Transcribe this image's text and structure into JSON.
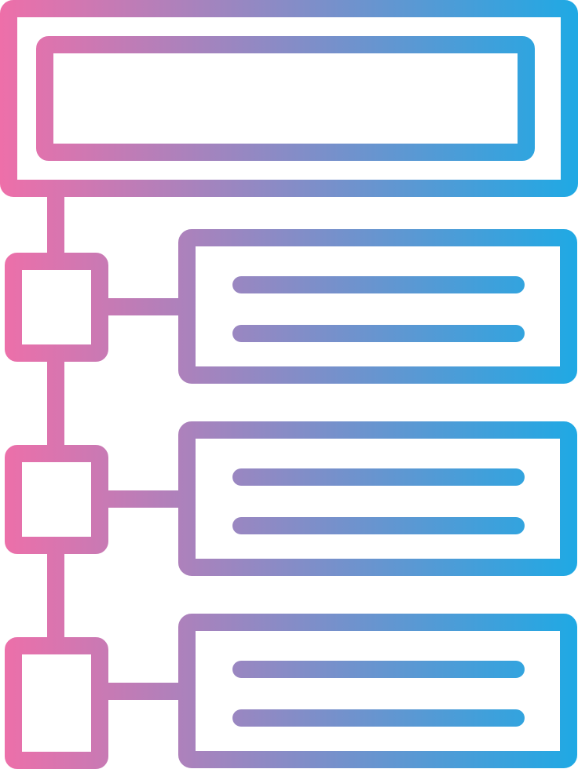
{
  "icon": {
    "name": "hierarchy-list-icon",
    "style": "line",
    "gradient": {
      "start_color": "#ee6fa9",
      "end_color": "#1fa9e4",
      "direction": "left-to-right"
    },
    "background_color": "#ffffff",
    "parts": {
      "header_block": "header-box",
      "nodes": [
        "node-1",
        "node-2",
        "node-3"
      ],
      "items": [
        {
          "name": "item-1",
          "text_lines": 2
        },
        {
          "name": "item-2",
          "text_lines": 2
        },
        {
          "name": "item-3",
          "text_lines": 2
        }
      ]
    }
  }
}
